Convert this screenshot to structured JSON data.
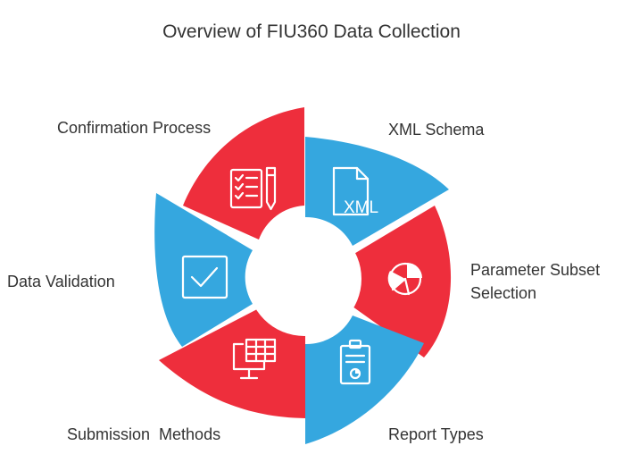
{
  "title": "Overview of FIU360 Data Collection",
  "colors": {
    "red": "#EE2E3C",
    "blue": "#35A7DF",
    "white": "#FFFFFF",
    "text": "#333333"
  },
  "segments": [
    {
      "label": "XML Schema",
      "color": "blue",
      "icon": "xml-file-icon",
      "icon_text": "XML"
    },
    {
      "label_lines": [
        "Parameter Subset",
        "Selection"
      ],
      "color": "red",
      "icon": "pie-chart-icon"
    },
    {
      "label": "Report Types",
      "color": "blue",
      "icon": "clipboard-report-icon"
    },
    {
      "label": "Submission  Methods",
      "color": "red",
      "icon": "monitor-table-icon"
    },
    {
      "label": "Data Validation",
      "color": "blue",
      "icon": "checkbox-icon"
    },
    {
      "label": "Confirmation Process",
      "color": "red",
      "icon": "checklist-pen-icon"
    }
  ]
}
